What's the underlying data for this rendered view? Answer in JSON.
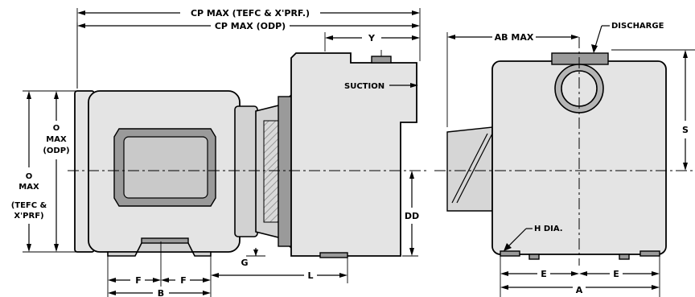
{
  "labels": {
    "cp_tefc": "CP MAX (TEFC & X'PRF.)",
    "cp_odp": "CP MAX (ODP)",
    "y": "Y",
    "ab_max": "AB MAX",
    "discharge": "DISCHARGE",
    "suction": "SUCTION",
    "o_odp_1": "O",
    "o_odp_2": "MAX",
    "o_odp_3": "(ODP)",
    "o_tefc_1": "O",
    "o_tefc_2": "MAX",
    "o_tefc_3": "(TEFC &",
    "o_tefc_4": "X'PRF)",
    "dd": "DD",
    "s": "S",
    "g": "G",
    "l": "L",
    "f1": "F",
    "f2": "F",
    "b": "B",
    "h_dia": "H DIA.",
    "e1": "E",
    "e2": "E",
    "a": "A"
  }
}
